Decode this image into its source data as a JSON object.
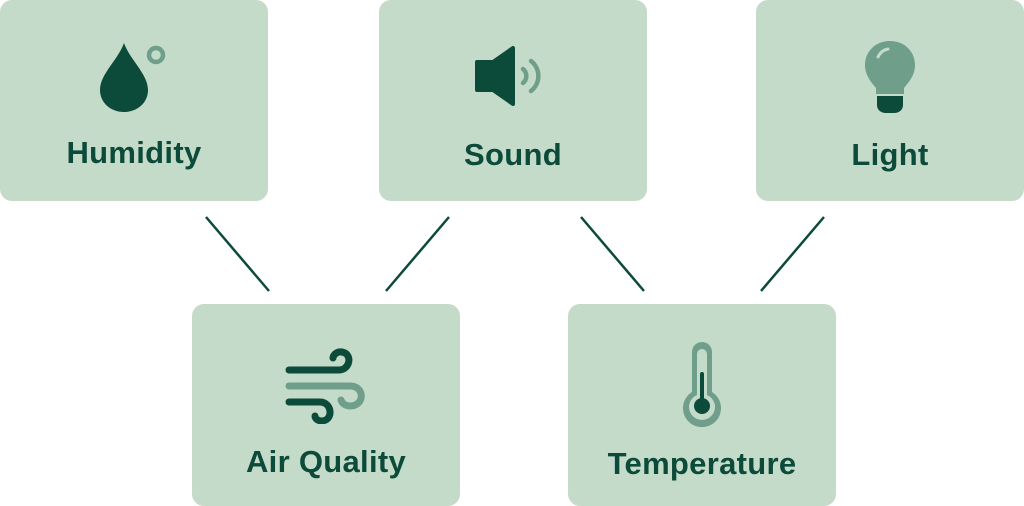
{
  "colors": {
    "card_background": "#c5dbc9",
    "icon_dark": "#0c4a3a",
    "icon_light": "#6f9e8b",
    "label_text": "#0c4a3a",
    "connector": "#0c4a3a"
  },
  "nodes": {
    "humidity": {
      "label": "Humidity",
      "icon": "water-drop-icon"
    },
    "sound": {
      "label": "Sound",
      "icon": "speaker-icon"
    },
    "light": {
      "label": "Light",
      "icon": "light-bulb-icon"
    },
    "air_quality": {
      "label": "Air Quality",
      "icon": "wind-icon"
    },
    "temperature": {
      "label": "Temperature",
      "icon": "thermometer-icon"
    }
  },
  "connections": [
    {
      "from": "humidity",
      "to": "air_quality"
    },
    {
      "from": "sound",
      "to": "air_quality"
    },
    {
      "from": "sound",
      "to": "temperature"
    },
    {
      "from": "light",
      "to": "temperature"
    }
  ]
}
